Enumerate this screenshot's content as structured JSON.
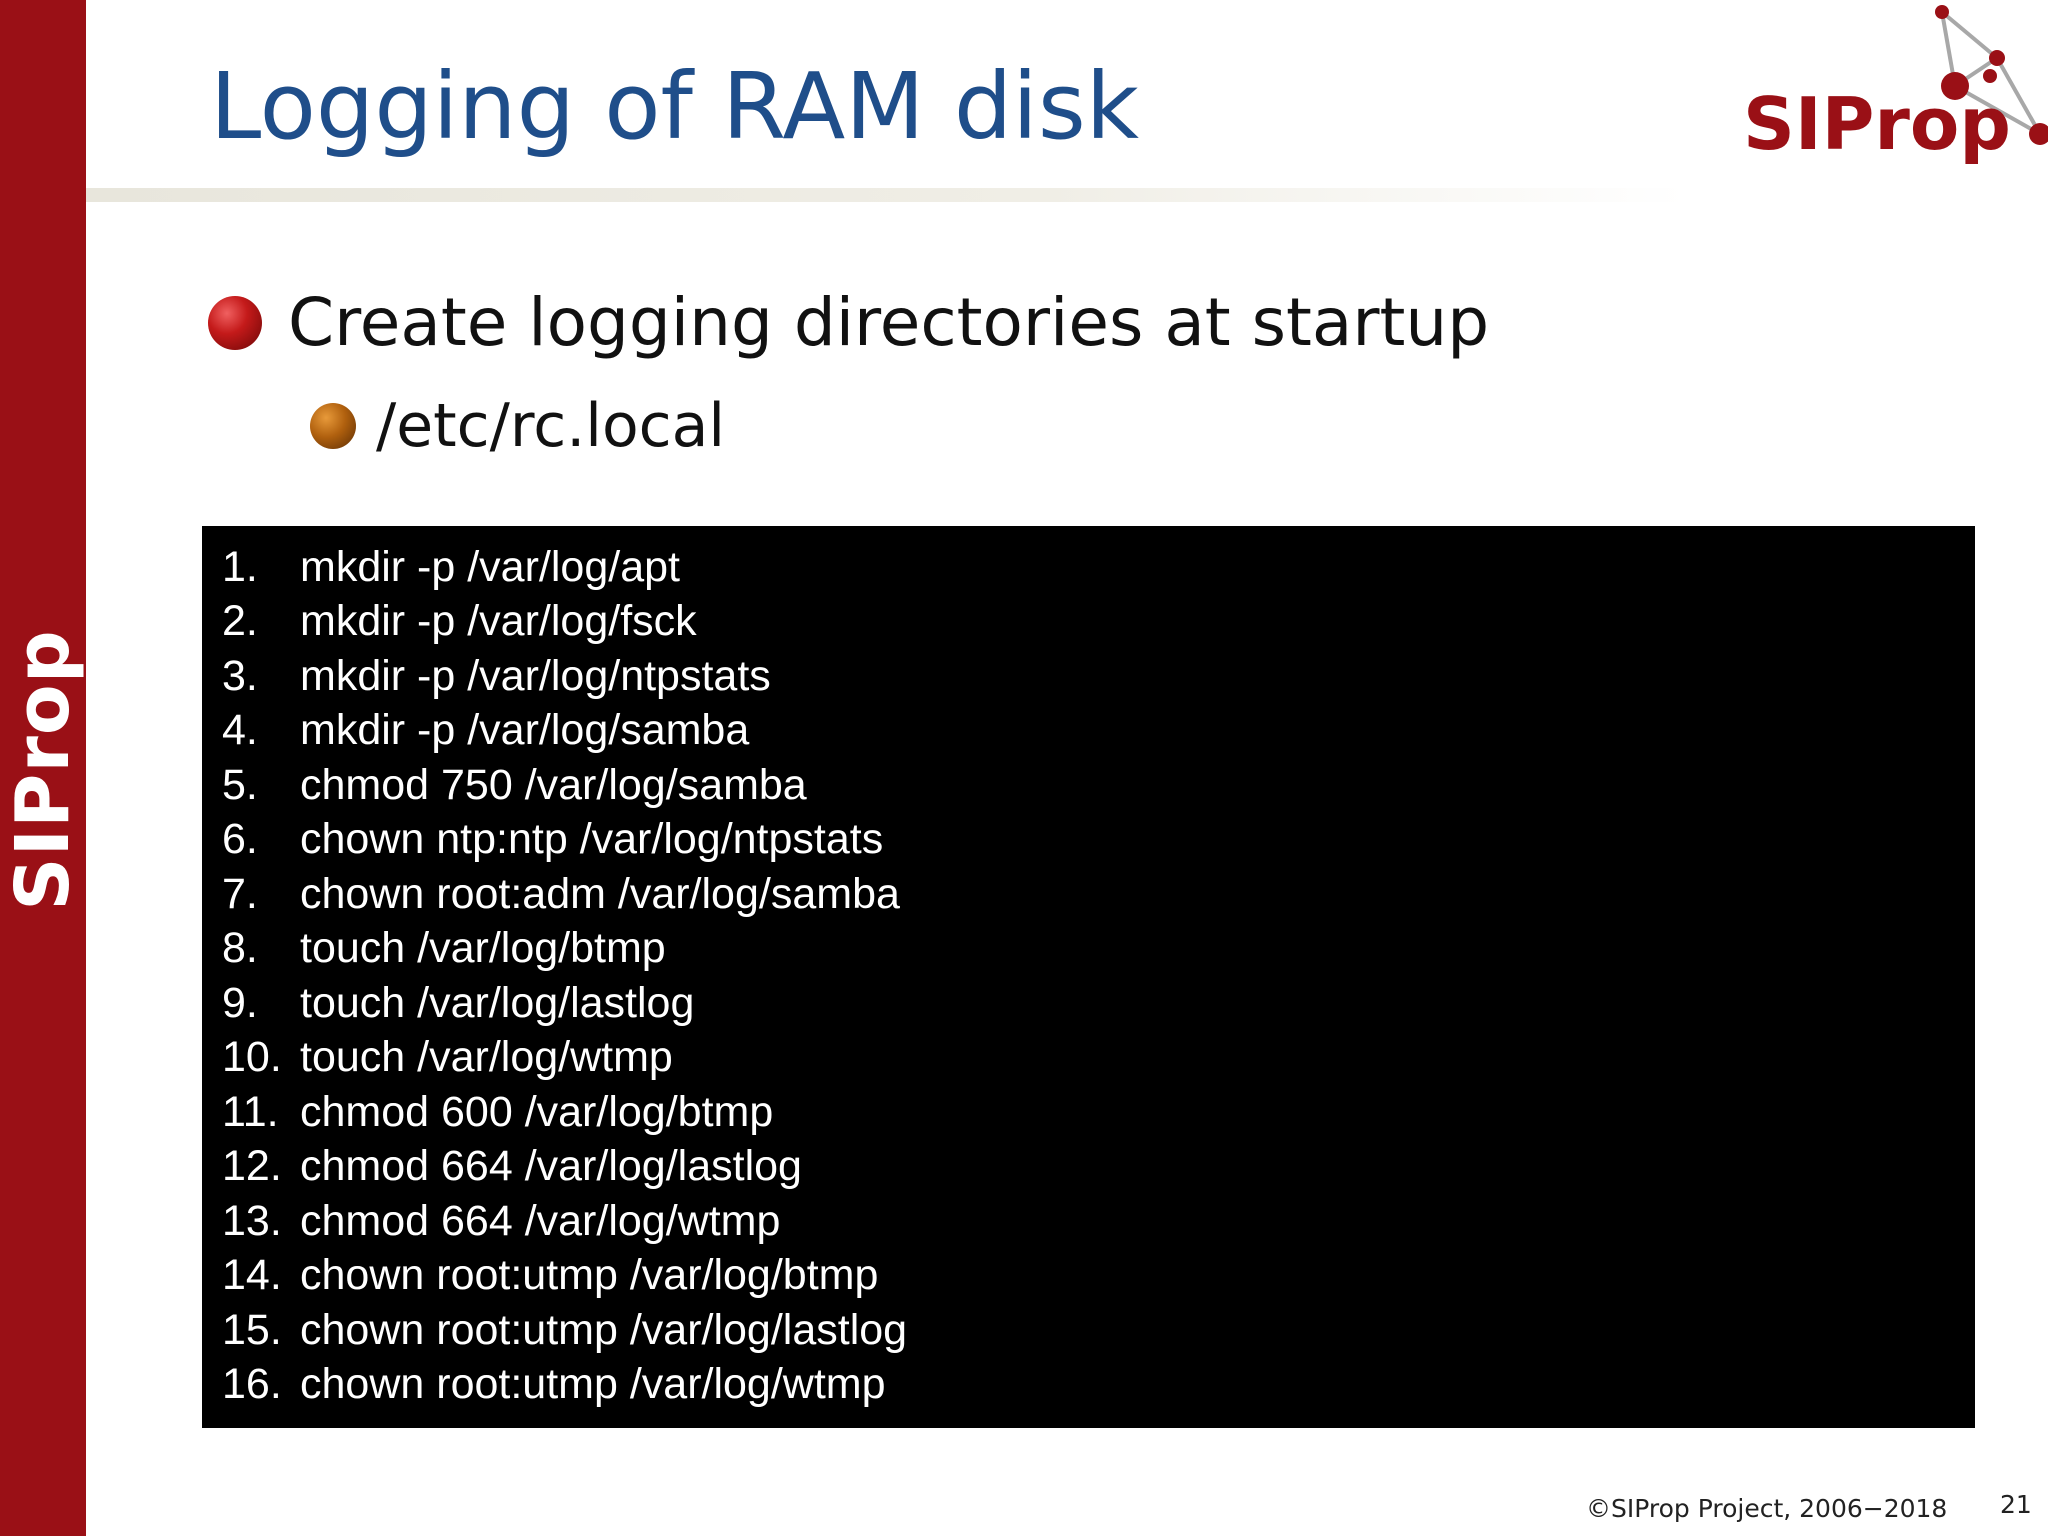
{
  "sidebar": {
    "logo_text": "SIProp"
  },
  "header": {
    "title": "Logging of RAM disk",
    "logo_text": "SIProp"
  },
  "bullets": [
    {
      "text": "Create logging directories at startup"
    },
    {
      "text": "/etc/rc.local"
    }
  ],
  "code": {
    "lines": [
      {
        "num": "1.",
        "text": "mkdir -p /var/log/apt"
      },
      {
        "num": "2.",
        "text": "mkdir -p /var/log/fsck"
      },
      {
        "num": "3.",
        "text": "mkdir -p /var/log/ntpstats"
      },
      {
        "num": "4.",
        "text": "mkdir -p /var/log/samba"
      },
      {
        "num": "5.",
        "text": "chmod 750 /var/log/samba"
      },
      {
        "num": "6.",
        "text": "chown ntp:ntp /var/log/ntpstats"
      },
      {
        "num": "7.",
        "text": "chown root:adm /var/log/samba"
      },
      {
        "num": "8.",
        "text": "touch /var/log/btmp"
      },
      {
        "num": "9.",
        "text": "touch /var/log/lastlog"
      },
      {
        "num": "10.",
        "text": "touch /var/log/wtmp"
      },
      {
        "num": "11.",
        "text": "chmod 600 /var/log/btmp"
      },
      {
        "num": "12.",
        "text": "chmod 664 /var/log/lastlog"
      },
      {
        "num": "13.",
        "text": "chmod 664 /var/log/wtmp"
      },
      {
        "num": "14.",
        "text": "chown root:utmp /var/log/btmp"
      },
      {
        "num": "15.",
        "text": "chown root:utmp /var/log/lastlog"
      },
      {
        "num": "16.",
        "text": "chown root:utmp /var/log/wtmp"
      }
    ]
  },
  "footer": {
    "copyright": "©SIProp Project, 2006−2018",
    "page_number": "21"
  },
  "colors": {
    "brand_red": "#9a1016",
    "title_blue": "#1f4e8a",
    "code_background": "#000000",
    "code_text": "#ffffff"
  },
  "icons": {
    "bullet_level_1": "red-ball-bullet-icon",
    "bullet_level_2": "orange-ball-bullet-icon",
    "logo_graphic": "network-nodes-icon"
  }
}
